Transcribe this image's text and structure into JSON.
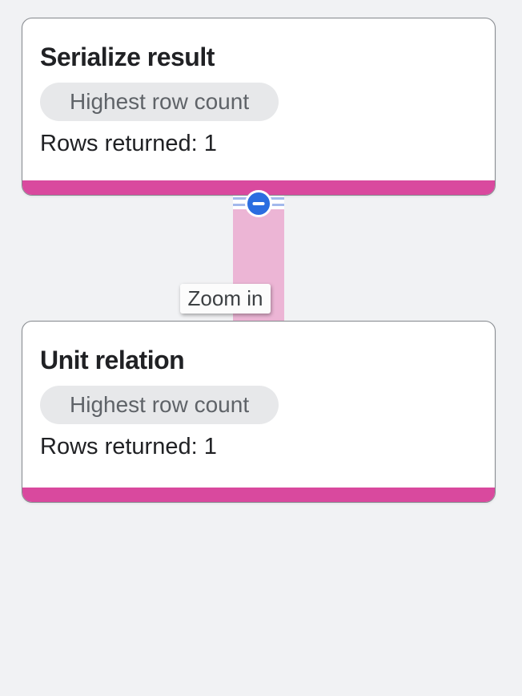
{
  "app": {
    "name": "query-execution-graph"
  },
  "colors": {
    "page_bg": "#f1f2f4",
    "card_bg": "#ffffff",
    "card_border": "#85898e",
    "accent_pink": "#d9499e",
    "edge_pink": "#ecb5d5",
    "stripe_blue": "#a3b9ec",
    "collapse_blue": "#2b6de0",
    "badge_bg": "#e7e8ea",
    "badge_text": "#5f6368",
    "title_text": "#202124",
    "body_text": "#202124",
    "tooltip_bg": "#fcfcfc",
    "tooltip_text": "#3c4043"
  },
  "nodes": [
    {
      "title": "Serialize result",
      "badge_label": "Highest row count",
      "rows_label": "Rows returned: 1"
    },
    {
      "title": "Unit relation",
      "badge_label": "Highest row count",
      "rows_label": "Rows returned: 1"
    }
  ],
  "edge": {
    "collapse_icon": "minus-in-circle-icon",
    "tooltip_label": "Zoom in"
  }
}
